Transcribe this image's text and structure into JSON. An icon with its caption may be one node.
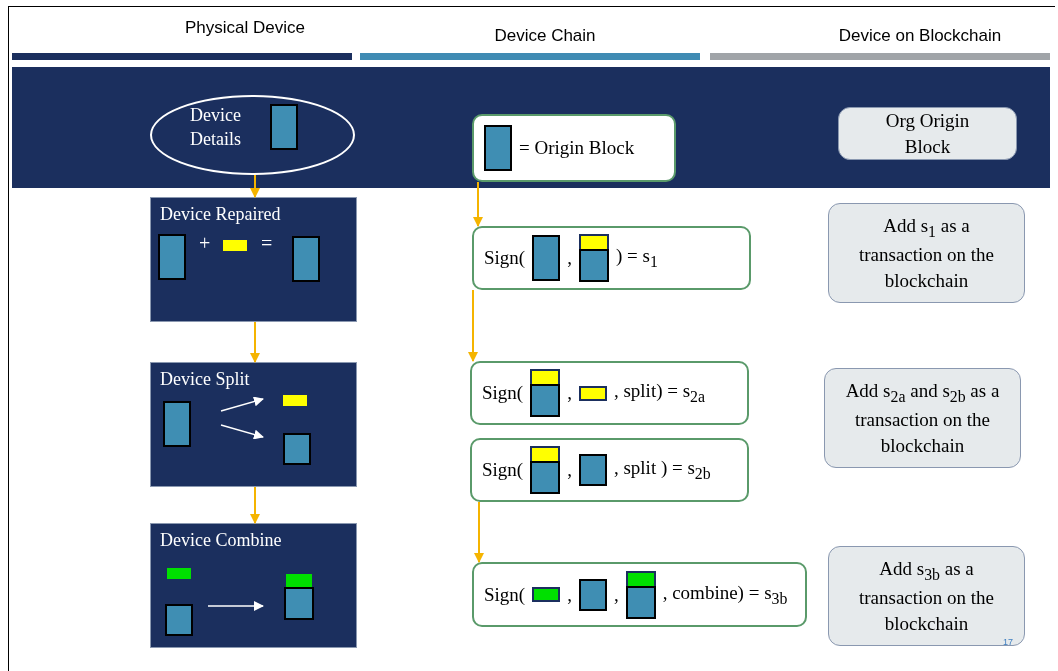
{
  "diagram": {
    "nodes": [
      {
        "text": [
          "Device Details"
        ]
      },
      {
        "text": [
          "Device Repaired",
          "+",
          "="
        ]
      },
      {
        "text": [
          "Device Split"
        ]
      },
      {
        "text": [
          "Device Combine"
        ]
      },
      {
        "text": [
          "= Origin Block"
        ]
      },
      {
        "text": [
          "Sign(",
          ",",
          ") = s$_{1}$"
        ]
      },
      {
        "text": [
          "Sign(",
          ",",
          ", split) = s$_{2a}$"
        ]
      },
      {
        "text": [
          "Sign(",
          ",",
          ", split ) = s$_{2b}$"
        ]
      },
      {
        "text": [
          "Sign(",
          ",",
          ",",
          ", combine) = s$_{3b}$"
        ]
      },
      {
        "text": [
          "Org Origin Block"
        ]
      },
      {
        "text": [
          "Add s$_{1}$  as a transaction on the blockchain"
        ]
      },
      {
        "text": [
          "Add s$_{2a}$ and s$_{2b}$ as a transaction on the blockchain"
        ]
      },
      {
        "text": [
          "Add s$_{3b}$ as a transaction on the blockchain"
        ]
      }
    ],
    "edges": [
      {
        "from": 0,
        "to": 1,
        "arrow": "to"
      },
      {
        "from": 1,
        "to": 2,
        "arrow": "to"
      },
      {
        "from": 2,
        "to": 3,
        "arrow": "to"
      },
      {
        "from": 4,
        "to": 5,
        "arrow": "to"
      },
      {
        "from": 5,
        "to": 6,
        "arrow": "to"
      },
      {
        "from": 7,
        "to": 8,
        "arrow": "to"
      }
    ],
    "labels": [
      "Physical Device",
      "Device Chain",
      "Device on Blockchain",
      "17"
    ]
  }
}
